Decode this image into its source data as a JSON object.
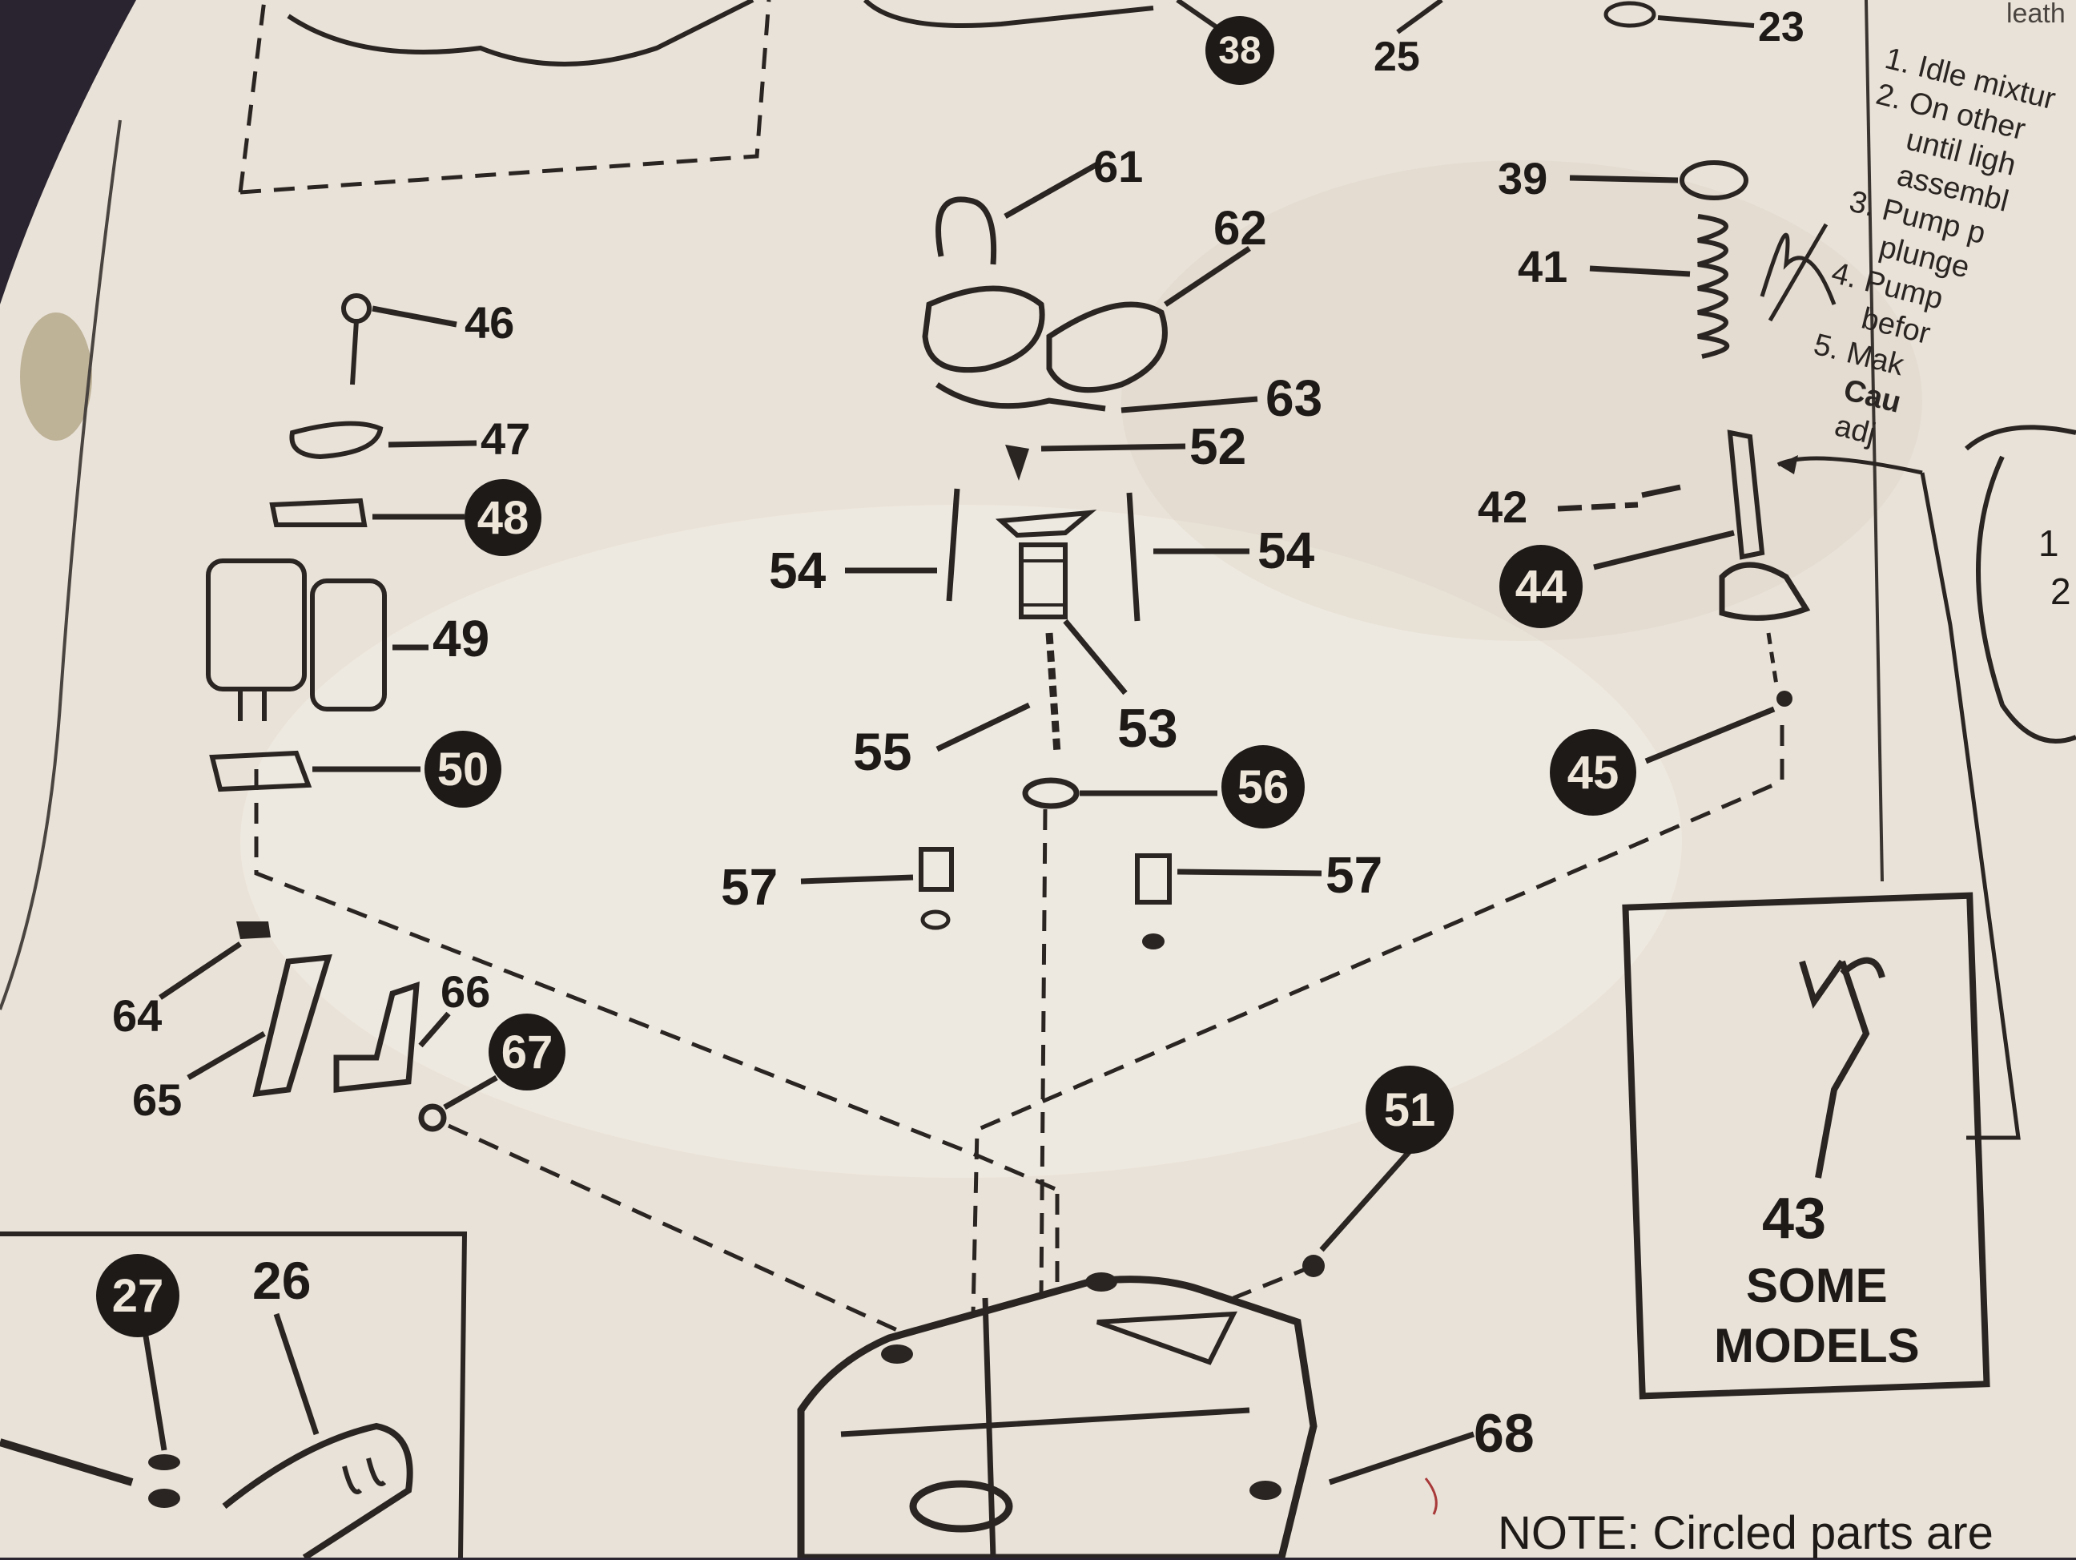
{
  "diagram": {
    "labels": {
      "l23": "23",
      "l25": "25",
      "l38": "38",
      "l39": "39",
      "l41": "41",
      "l42": "42",
      "l44": "44",
      "l45": "45",
      "l46": "46",
      "l47": "47",
      "l48": "48",
      "l49": "49",
      "l50": "50",
      "l51": "51",
      "l52": "52",
      "l53": "53",
      "l54a": "54",
      "l54b": "54",
      "l55": "55",
      "l56": "56",
      "l57a": "57",
      "l57b": "57",
      "l61": "61",
      "l62": "62",
      "l63": "63",
      "l64": "64",
      "l65": "65",
      "l66": "66",
      "l67": "67",
      "l68": "68",
      "l26": "26",
      "l27": "27",
      "l43": "43"
    },
    "inset": {
      "line1": "SOME",
      "line2": "MODELS"
    },
    "instructions": {
      "items": [
        "1. Idle mixtur",
        "2. On other",
        "until ligh",
        "assembl",
        "3. Pump p",
        "plunge",
        "4. Pump",
        "befor",
        "5. Mak",
        "Cau",
        "adj"
      ]
    },
    "corner_text": "leath",
    "bottom_note": "NOTE: Circled parts are",
    "side_list": [
      "1",
      "2"
    ]
  }
}
